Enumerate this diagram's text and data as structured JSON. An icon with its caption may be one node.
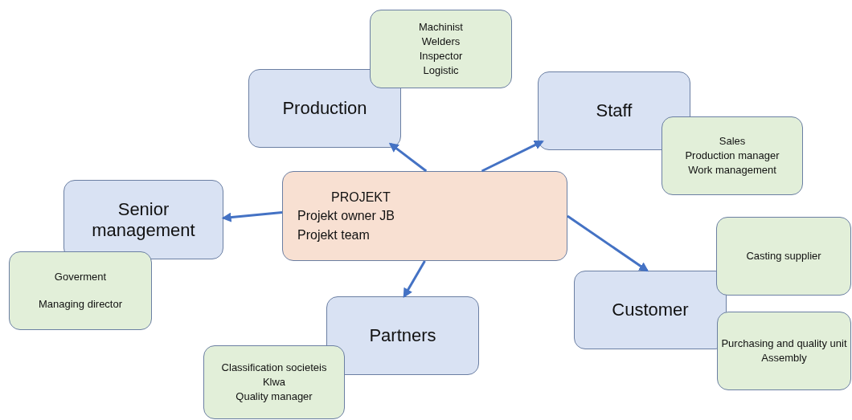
{
  "diagram": {
    "nodes": [
      {
        "text": [
          "Machinist",
          "Welders",
          "Inspector",
          "Logistic"
        ]
      },
      {
        "text": [
          "Production"
        ]
      },
      {
        "text": [
          "Staff"
        ]
      },
      {
        "text": [
          "Sales",
          "Production manager",
          "Work management"
        ]
      },
      {
        "text": [
          "PROJEKT",
          "Projekt owner JB",
          "Projekt team"
        ]
      },
      {
        "text": [
          "Senior management"
        ]
      },
      {
        "text": [
          "Casting supplier"
        ]
      },
      {
        "text": [
          "Goverment",
          "Managing director"
        ]
      },
      {
        "text": [
          "Customer"
        ]
      },
      {
        "text": [
          "Partners"
        ]
      },
      {
        "text": [
          "Purchasing and quality unit",
          "Assembly"
        ]
      },
      {
        "text": [
          "Classification societeis",
          "Klwa",
          "Quality manager"
        ]
      }
    ],
    "edges": [
      {
        "from": 4,
        "to": 1,
        "arrow": "to"
      },
      {
        "from": 4,
        "to": 2,
        "arrow": "to"
      },
      {
        "from": 4,
        "to": 5,
        "arrow": "to"
      },
      {
        "from": 4,
        "to": 9,
        "arrow": "to"
      },
      {
        "from": 4,
        "to": 8,
        "arrow": "to"
      }
    ]
  }
}
